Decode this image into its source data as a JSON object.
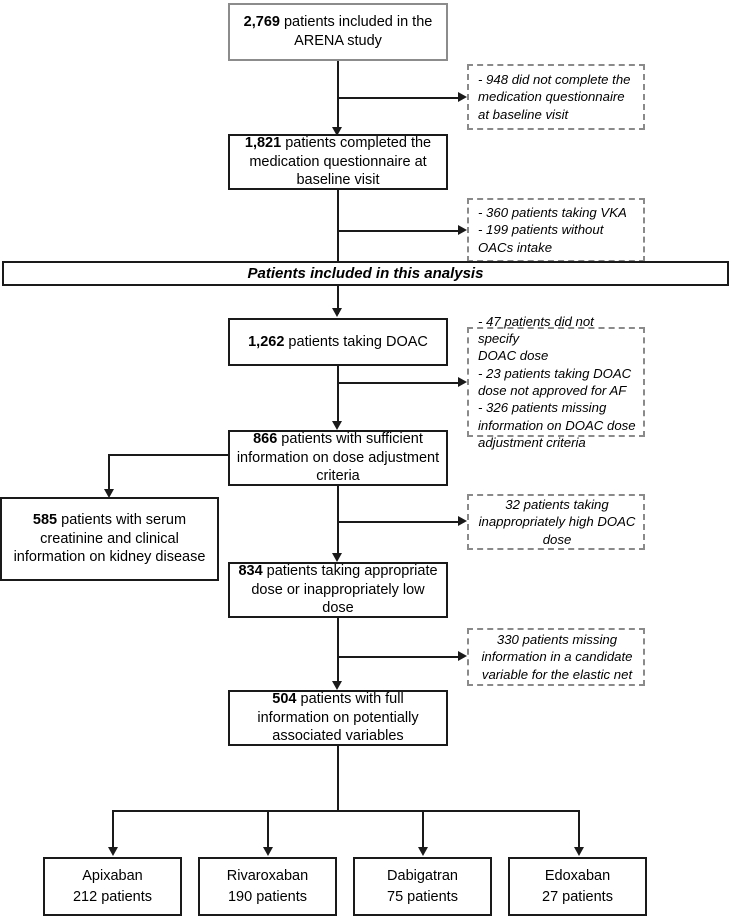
{
  "figure": {
    "type": "flowchart",
    "title": "ARENA study patient inclusion flow diagram"
  },
  "main_nodes": [
    {
      "id": "enrolled",
      "count": "2,769",
      "text": " patients included in the ARENA study"
    },
    {
      "id": "completed_questionnaire",
      "count": "1,821",
      "text": " patients completed the medication questionnaire at baseline visit"
    },
    {
      "id": "taking_doac",
      "count": "1,262",
      "text": " patients taking DOAC"
    },
    {
      "id": "sufficient_info",
      "count": "866",
      "text": " patients with sufficient information on dose adjustment criteria"
    },
    {
      "id": "appropriate_dose",
      "count": "834",
      "text": " patients taking appropriate dose or inappropriately low dose"
    },
    {
      "id": "full_information",
      "count": "504",
      "text": " patients with full information on potentially associated variables"
    }
  ],
  "side_node": {
    "id": "serum_creatinine",
    "count": "585",
    "text": " patients with serum creatinine and clinical information on kidney disease"
  },
  "banner": {
    "label": "Patients included in this analysis"
  },
  "exclusions": [
    {
      "id": "excl_questionnaire",
      "align": "left",
      "lines": [
        "- 948 did not complete the",
        "medication questionnaire",
        "at baseline visit"
      ]
    },
    {
      "id": "excl_vka_no_oac",
      "align": "left",
      "lines": [
        "- 360 patients taking VKA",
        "- 199 patients without",
        "OACs intake"
      ]
    },
    {
      "id": "excl_dose_info",
      "align": "left",
      "lines": [
        "- 47 patients did not specify",
        "DOAC dose",
        "- 23 patients taking DOAC",
        "dose not approved for AF",
        "- 326 patients missing",
        "information on DOAC dose",
        "adjustment criteria"
      ]
    },
    {
      "id": "excl_high_dose",
      "align": "center",
      "lines": [
        "32 patients taking",
        "inappropriately high DOAC",
        "dose"
      ]
    },
    {
      "id": "excl_elastic_net",
      "align": "center",
      "lines": [
        "330 patients missing",
        "information in a candidate",
        "variable for the elastic net"
      ]
    }
  ],
  "drugs": [
    {
      "id": "apixaban",
      "name": "Apixaban",
      "patients": "212 patients"
    },
    {
      "id": "rivaroxaban",
      "name": "Rivaroxaban",
      "patients": "190 patients"
    },
    {
      "id": "dabigatran",
      "name": "Dabigatran",
      "patients": "75 patients"
    },
    {
      "id": "edoxaban",
      "name": "Edoxaban",
      "patients": "27 patients"
    }
  ],
  "colors": {
    "stroke": "#1a1a1a",
    "stroke_light": "#8c8c8c",
    "dashed_stroke": "#8a8a8a",
    "background": "#ffffff",
    "text": "#000000"
  }
}
